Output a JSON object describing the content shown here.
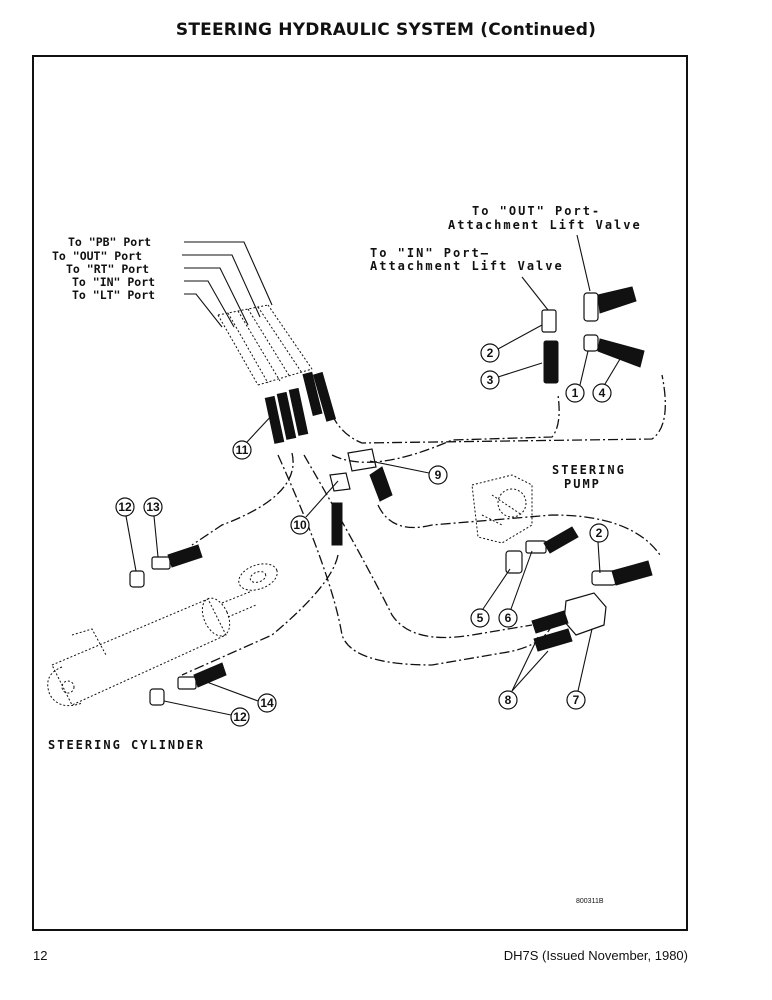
{
  "page": {
    "title": "STEERING HYDRAULIC SYSTEM (Continued)",
    "page_number": "12",
    "doc_ref": "DH7S (Issued November, 1980)",
    "figure_code": "800311B"
  },
  "labels": {
    "port_pb": "To \"PB\" Port",
    "port_out": "To \"OUT\" Port",
    "port_rt": "To \"RT\" Port",
    "port_in": "To \"IN\" Port",
    "port_lt": "To \"LT\" Port",
    "out_lift_1": "To \"OUT\" Port-",
    "out_lift_2": "Attachment Lift Valve",
    "in_lift_1": "To \"IN\" Port—",
    "in_lift_2": "Attachment Lift Valve",
    "steering_pump_1": "STEERING",
    "steering_pump_2": "PUMP",
    "steering_cylinder": "STEERING CYLINDER"
  },
  "callouts": [
    "1",
    "2",
    "3",
    "4",
    "5",
    "6",
    "7",
    "8",
    "9",
    "10",
    "11",
    "12",
    "13",
    "14"
  ]
}
